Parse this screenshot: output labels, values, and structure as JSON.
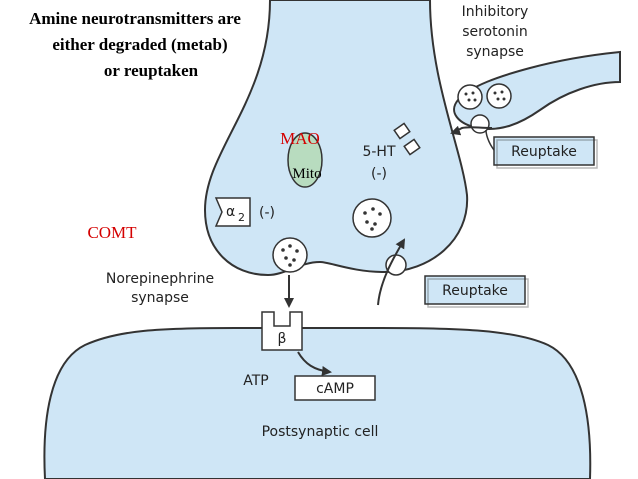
{
  "title": {
    "line1": "Amine neurotransmitters are",
    "line2": "either degraded (metab)",
    "line3": "or reuptaken"
  },
  "labels": {
    "mao": "MAO",
    "mito": "Mito",
    "five_ht": "5-HT",
    "five_ht_sign": "(-)",
    "alpha_symbol": "α",
    "alpha_sub": "2",
    "alpha_sign": "(-)",
    "comt": "COMT",
    "ne_synapse_line1": "Norepinephrine",
    "ne_synapse_line2": "synapse",
    "inhib_line1": "Inhibitory",
    "inhib_line2": "serotonin",
    "inhib_line3": "synapse",
    "reuptake_top": "Reuptake",
    "reuptake_bottom": "Reuptake",
    "beta": "β",
    "atp": "ATP",
    "camp": "cAMP",
    "postsynaptic": "Postsynaptic cell"
  },
  "colors": {
    "membrane_fill": "#cfe6f6",
    "outline": "#333333",
    "red": "#d40000",
    "mito_fill": "#b8dcbf"
  }
}
